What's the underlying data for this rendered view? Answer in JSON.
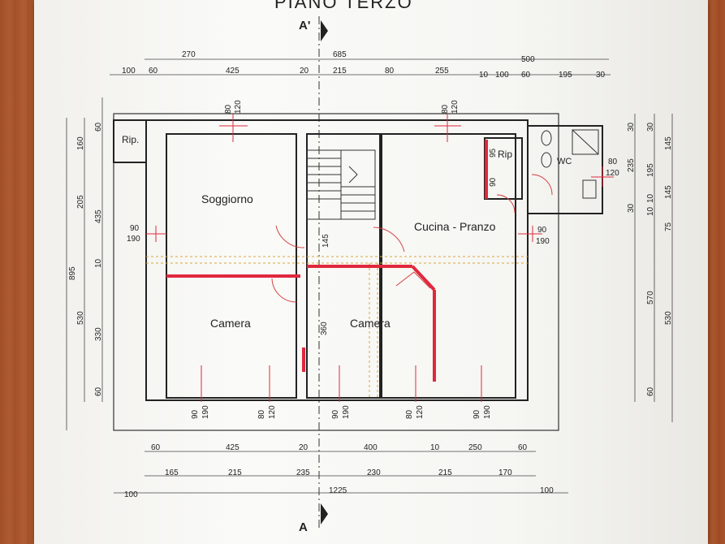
{
  "title": "PIANO TERZO",
  "section_markers": {
    "top": "A'",
    "bottom": "A"
  },
  "rooms": {
    "soggiorno": "Soggiorno",
    "cucina": "Cucina - Pranzo",
    "camera_left": "Camera",
    "camera_right": "Camera",
    "rip_left": "Rip.",
    "rip_right": "Rip",
    "wc": "WC"
  },
  "dims_top": {
    "row1": [
      "270",
      "685",
      "500"
    ],
    "row2": [
      "100",
      "60",
      "425",
      "20",
      "215",
      "80",
      "255",
      "10",
      "100",
      "60",
      "195",
      "30"
    ]
  },
  "dims_bottom": {
    "row1": [
      "60",
      "425",
      "20",
      "400",
      "10",
      "250",
      "60"
    ],
    "row2": [
      "165",
      "215",
      "235",
      "230",
      "215",
      "170"
    ],
    "row3": [
      "100",
      "1225",
      "100"
    ]
  },
  "dims_left": {
    "total": "895",
    "col2": [
      "160",
      "435",
      "10",
      "330",
      "60"
    ],
    "col3": [
      "60",
      "205",
      "530"
    ]
  },
  "dims_right": {
    "col1": [
      "30",
      "235",
      "30",
      "60"
    ],
    "col2": [
      "10",
      "75",
      "570"
    ],
    "col3": [
      "145",
      "195",
      "145",
      "530"
    ],
    "col4": [
      "30",
      "10"
    ]
  },
  "openings": {
    "top_left": [
      "80",
      "120"
    ],
    "top_right": [
      "80",
      "120"
    ],
    "left_mid": [
      "90",
      "190"
    ],
    "right_mid": [
      "90",
      "190"
    ],
    "wc_right": [
      "80",
      "120"
    ],
    "rip_right": [
      "95",
      "90"
    ],
    "stair": "145",
    "corridor": "360",
    "bottom": [
      [
        "90",
        "190"
      ],
      [
        "80",
        "120"
      ],
      [
        "90",
        "190"
      ],
      [
        "80",
        "120"
      ],
      [
        "90",
        "190"
      ]
    ]
  }
}
